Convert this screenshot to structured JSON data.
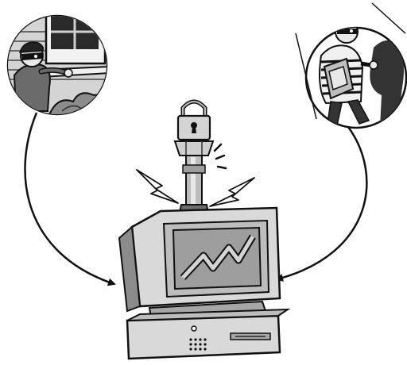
{
  "illustration": {
    "scenes": [
      {
        "role": "burglar-climbing-through-window"
      },
      {
        "role": "burglar-carrying-computer"
      },
      {
        "role": "padlocked-security-sensor"
      },
      {
        "role": "desktop-computer-with-rising-chart"
      }
    ],
    "palette": {
      "ink": "#111111",
      "light_gray": "#d9d9d9",
      "mid_gray": "#a6a6a6",
      "dark_gray": "#6e6e6e",
      "background": "#ffffff"
    },
    "icons": {
      "lock": "padlock-icon",
      "alarm": "lightning-bolt-icon",
      "monitor": "computer-monitor-icon",
      "chart": "line-chart-icon"
    }
  }
}
